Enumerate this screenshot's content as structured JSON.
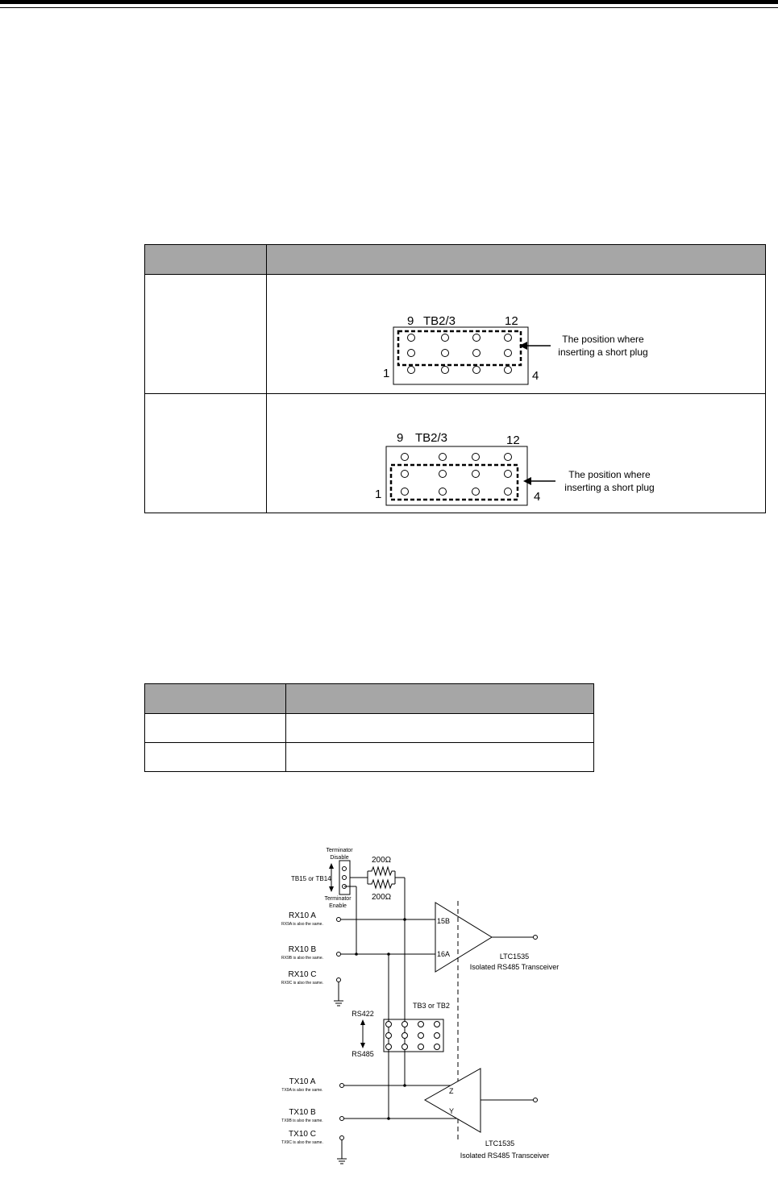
{
  "header": {
    "decor": "thick top rule with thin underline"
  },
  "table1": {
    "header_cells": [
      "",
      ""
    ],
    "rows": [
      {
        "label": "",
        "figure": {
          "connector": "TB2/3",
          "pin_tl": "9",
          "pin_tr": "12",
          "pin_bl": "1",
          "pin_br": "4",
          "note_line1": "The position where",
          "note_line2": "inserting a short plug"
        }
      },
      {
        "label": "",
        "figure": {
          "connector": "TB2/3",
          "pin_tl": "9",
          "pin_tr": "12",
          "pin_bl": "1",
          "pin_br": "4",
          "note_line1": "The position where",
          "note_line2": "inserting a short plug"
        }
      }
    ]
  },
  "table2": {
    "header_cells": [
      "",
      ""
    ],
    "rows": [
      [
        "",
        ""
      ],
      [
        "",
        ""
      ]
    ]
  },
  "schematic": {
    "term_disable_1": "Terminator",
    "term_disable_2": "Disable",
    "term_enable_1": "Terminator",
    "term_enable_2": "Enable",
    "jumper_label": "TB15 or TB14",
    "res_top": "200Ω",
    "res_bottom": "200Ω",
    "rx_a": "RX10 A",
    "rx_a_note": "RX9A is also the same.",
    "rx_b": "RX10 B",
    "rx_b_note": "RX9B is also the same.",
    "rx_c": "RX10 C",
    "rx_c_note": "RX9C is also the same.",
    "pin_15b": "15B",
    "pin_16a": "16A",
    "chip_top_1": "LTC1535",
    "chip_top_2": "Isolated RS485 Transceiver",
    "tb_label": "TB3 or TB2",
    "rs422": "RS422",
    "rs485": "RS485",
    "tx_a": "TX10 A",
    "tx_a_note": "TX9A is also the same.",
    "tx_b": "TX10 B",
    "tx_b_note": "TX9B is also the same.",
    "tx_c": "TX10 C",
    "tx_c_note": "TX9C is also the same.",
    "pin_z": "Z",
    "pin_y": "Y",
    "chip_bot_1": "LTC1535",
    "chip_bot_2": "Isolated RS485 Transceiver"
  }
}
